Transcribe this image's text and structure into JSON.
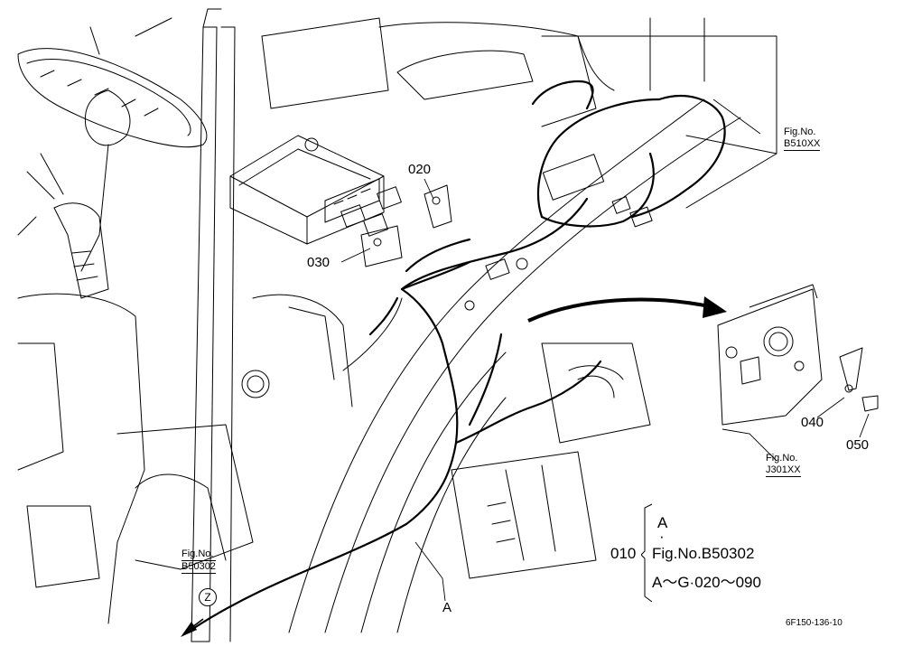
{
  "parts": {
    "p020": "020",
    "p030": "030",
    "p040": "040",
    "p050": "050",
    "pA": "A"
  },
  "refs": {
    "b510": {
      "line1": "Fig.No.",
      "line2": "B510XX"
    },
    "j301": {
      "line1": "Fig.No.",
      "line2": "J301XX"
    },
    "b50302": {
      "line1": "Fig.No.",
      "line2": "B50302",
      "circle": "Z"
    }
  },
  "legend": {
    "number": "010",
    "line1": "A",
    "line2": "·",
    "line3": "Fig.No.B50302",
    "line4": "A～G·020～090"
  },
  "drawing_code": "6F150-136-10"
}
